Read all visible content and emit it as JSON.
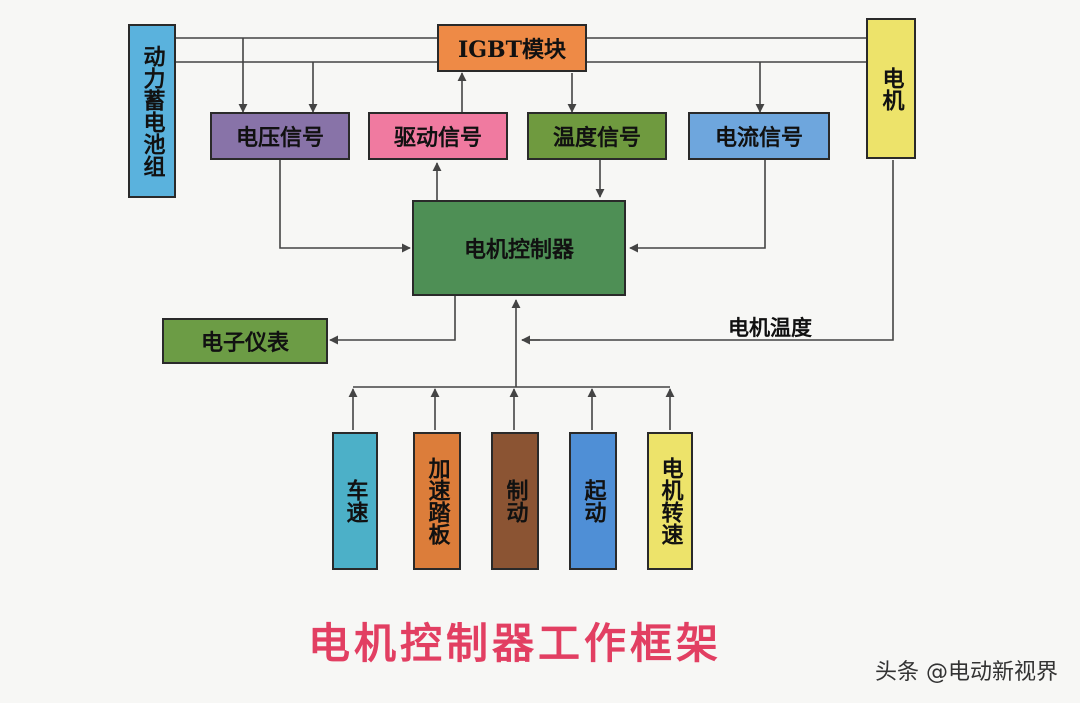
{
  "nodes": {
    "battery": {
      "label": "动力蓄电池组",
      "color": "#5ab2dd"
    },
    "igbt": {
      "label": "IGBT模块",
      "color": "#ee8a46"
    },
    "motor": {
      "label": "电机",
      "color": "#ede36a"
    },
    "voltage": {
      "label": "电压信号",
      "color": "#8873a8"
    },
    "drive": {
      "label": "驱动信号",
      "color": "#f07aa0"
    },
    "temp": {
      "label": "温度信号",
      "color": "#6f9a3f"
    },
    "current": {
      "label": "电流信号",
      "color": "#6ea6dd"
    },
    "controller": {
      "label": "电机控制器",
      "color": "#4e8f55"
    },
    "meter": {
      "label": "电子仪表",
      "color": "#6c9c45"
    },
    "speed": {
      "label": "车速",
      "color": "#4cb0c8"
    },
    "pedal": {
      "label": "加速踏板",
      "color": "#dc7d3a"
    },
    "brake": {
      "label": "制动",
      "color": "#8b5433"
    },
    "start": {
      "label": "起动",
      "color": "#4f8fd6"
    },
    "rpm": {
      "label": "电机转速",
      "color": "#ede36a"
    }
  },
  "edge_labels": {
    "motor_temp": "电机温度"
  },
  "title": "电机控制器工作框架",
  "watermark": "头条 @电动新视界",
  "colors": {
    "line": "#444444",
    "title": "#e23f62"
  }
}
